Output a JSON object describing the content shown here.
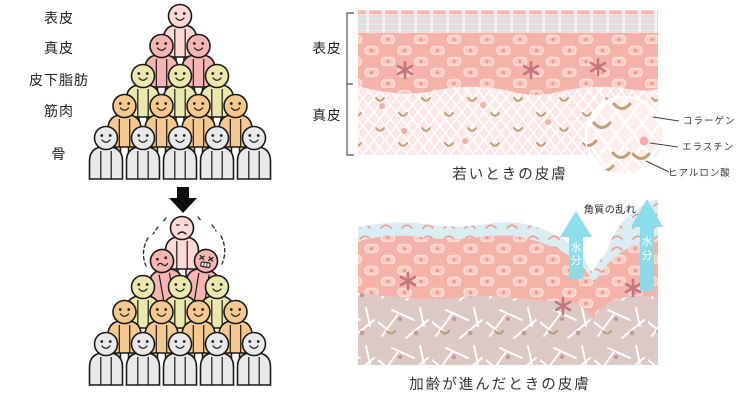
{
  "illustration": {
    "pyramid": {
      "layer_labels": [
        "表皮",
        "真皮",
        "皮下脂肪",
        "筋肉",
        "骨"
      ],
      "rows": [
        {
          "layer": "表皮",
          "count": 1,
          "color": "#fbd9d6"
        },
        {
          "layer": "真皮",
          "count": 2,
          "color": "#f6b5b3"
        },
        {
          "layer": "皮下脂肪",
          "count": 3,
          "color": "#ebe8ae"
        },
        {
          "layer": "筋肉",
          "count": 4,
          "color": "#f4c88e"
        },
        {
          "layer": "骨",
          "count": 5,
          "color": "#e9e9e9"
        }
      ]
    },
    "young_skin": {
      "bracket_label_epidermis": "表皮",
      "bracket_label_dermis": "真皮",
      "caption": "若いときの皮膚",
      "callouts": [
        "コラーゲン",
        "エラスチン",
        "ヒアルロン酸"
      ]
    },
    "aged_skin": {
      "caption": "加齢が進んだときの皮膚",
      "surface_label": "角質の乱れ",
      "arrow_label": "水分",
      "arrow_label_chars": [
        "水",
        "分"
      ]
    },
    "colors": {
      "epidermis_band": "#f5b2a8",
      "stratum_corneum_young": "#fdf2f0",
      "stratum_corneum_aged": "#d9eef3",
      "young_dermis_bg": "#fbe7e5",
      "aged_dermis_bg": "#dcc9c5",
      "moisture_arrow": "#84dcec",
      "collagen_lattice": "#ffffff",
      "elastin_dot": "#f5aaa2",
      "hyaluron_v": "#bfa078",
      "star_cell": "#c4767e"
    }
  }
}
